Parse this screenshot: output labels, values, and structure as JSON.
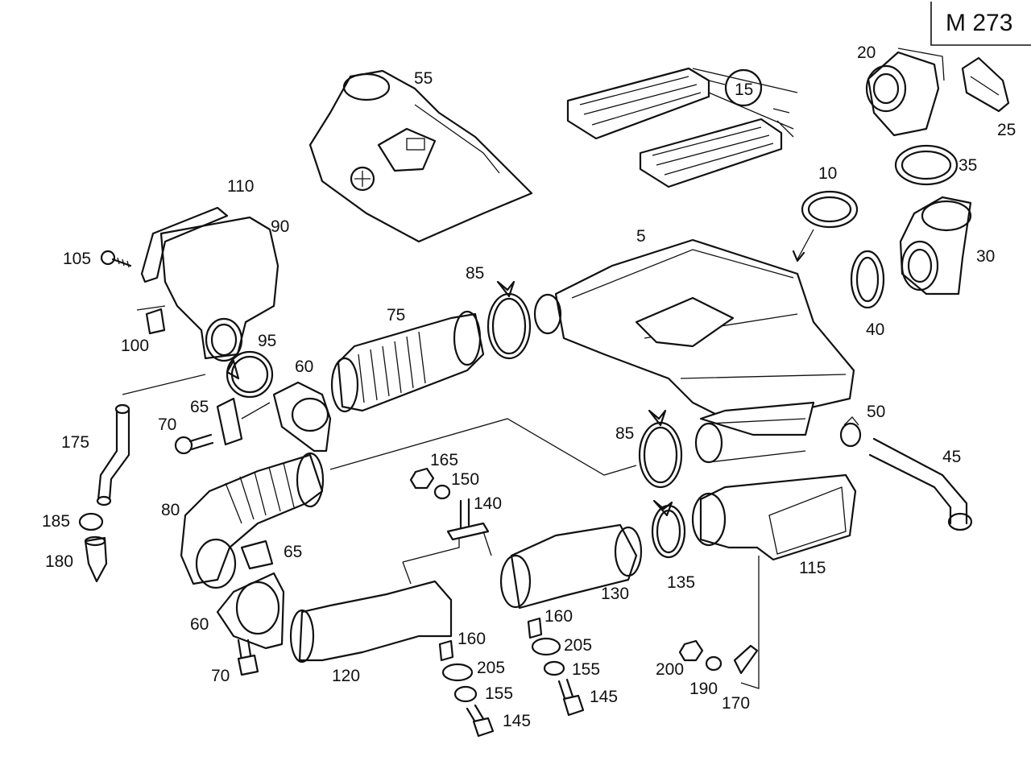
{
  "model_label": "M 273",
  "callouts": {
    "c5": "5",
    "c10": "10",
    "c15": "15",
    "c20": "20",
    "c25": "25",
    "c30": "30",
    "c35": "35",
    "c40": "40",
    "c45": "45",
    "c50": "50",
    "c55": "55",
    "c60a": "60",
    "c60b": "60",
    "c65a": "65",
    "c65b": "65",
    "c70a": "70",
    "c70b": "70",
    "c75": "75",
    "c80": "80",
    "c85a": "85",
    "c85b": "85",
    "c90": "90",
    "c95": "95",
    "c100": "100",
    "c105": "105",
    "c110": "110",
    "c115": "115",
    "c120": "120",
    "c130": "130",
    "c135": "135",
    "c140": "140",
    "c145a": "145",
    "c145b": "145",
    "c150": "150",
    "c155a": "155",
    "c155b": "155",
    "c160a": "160",
    "c160b": "160",
    "c165": "165",
    "c170": "170",
    "c175": "175",
    "c180": "180",
    "c185": "185",
    "c190": "190",
    "c200": "200",
    "c205a": "205",
    "c205b": "205"
  }
}
